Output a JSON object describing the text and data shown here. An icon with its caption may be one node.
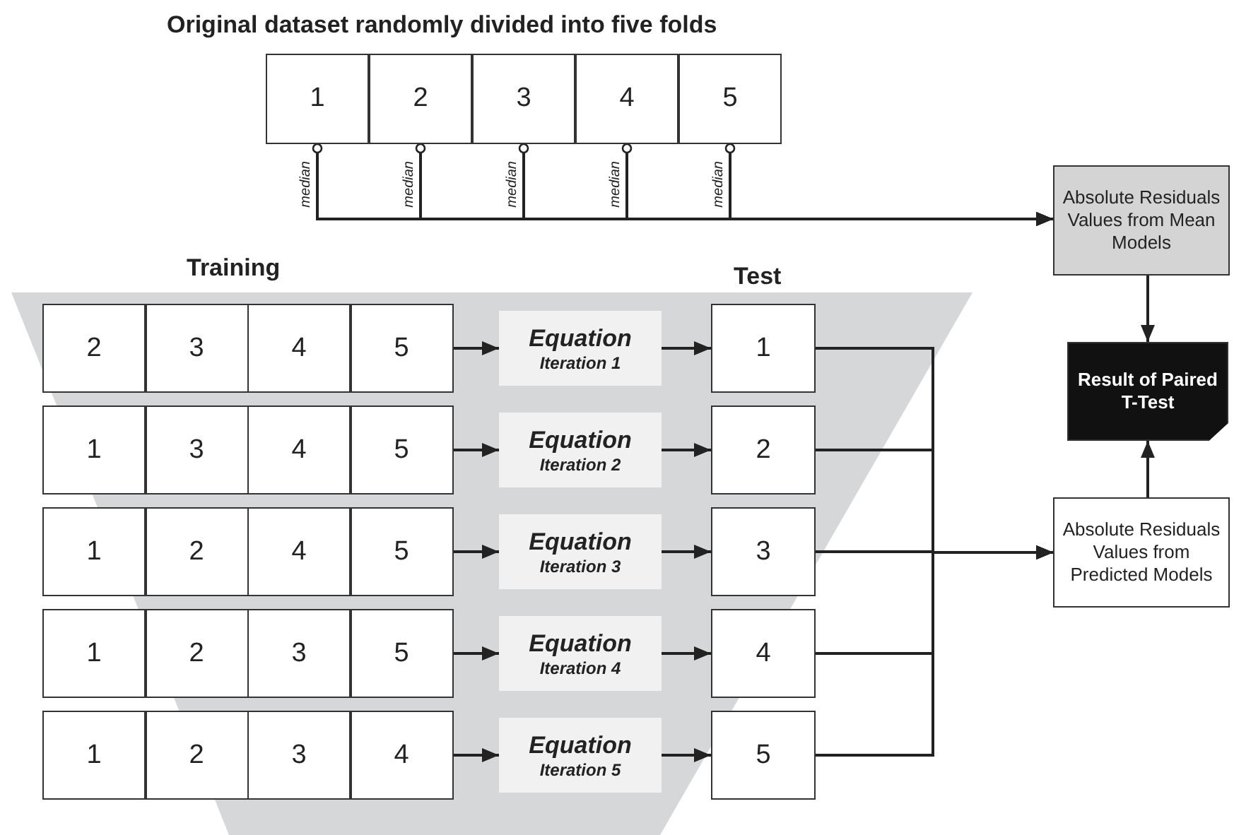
{
  "diagram": {
    "title": "Original dataset randomly divided into five folds",
    "nodes": [
      {
        "text": [
          "1"
        ]
      },
      {
        "text": [
          "2"
        ]
      },
      {
        "text": [
          "3"
        ]
      },
      {
        "text": [
          "4"
        ]
      },
      {
        "text": [
          "5"
        ]
      },
      {
        "text": [
          "Absolute Residuals Values from Mean Models"
        ]
      },
      {
        "text": [
          "2"
        ]
      },
      {
        "text": [
          "3"
        ]
      },
      {
        "text": [
          "4"
        ]
      },
      {
        "text": [
          "5"
        ]
      },
      {
        "text": [
          "Equation",
          "Iteration 1"
        ]
      },
      {
        "text": [
          "1"
        ]
      },
      {
        "text": [
          "1"
        ]
      },
      {
        "text": [
          "3"
        ]
      },
      {
        "text": [
          "4"
        ]
      },
      {
        "text": [
          "5"
        ]
      },
      {
        "text": [
          "Equation",
          "Iteration 2"
        ]
      },
      {
        "text": [
          "2"
        ]
      },
      {
        "text": [
          "1"
        ]
      },
      {
        "text": [
          "2"
        ]
      },
      {
        "text": [
          "4"
        ]
      },
      {
        "text": [
          "5"
        ]
      },
      {
        "text": [
          "Equation",
          "Iteration 3"
        ]
      },
      {
        "text": [
          "3"
        ]
      },
      {
        "text": [
          "1"
        ]
      },
      {
        "text": [
          "2"
        ]
      },
      {
        "text": [
          "3"
        ]
      },
      {
        "text": [
          "5"
        ]
      },
      {
        "text": [
          "Equation",
          "Iteration 4"
        ]
      },
      {
        "text": [
          "4"
        ]
      },
      {
        "text": [
          "1"
        ]
      },
      {
        "text": [
          "2"
        ]
      },
      {
        "text": [
          "3"
        ]
      },
      {
        "text": [
          "4"
        ]
      },
      {
        "text": [
          "Equation",
          "Iteration 5"
        ]
      },
      {
        "text": [
          "5"
        ]
      },
      {
        "text": [
          "Result of Paired T-Test"
        ]
      },
      {
        "text": [
          "Absolute Residuals Values from Predicted Models"
        ]
      }
    ],
    "edges": [
      {
        "from": 0,
        "to": 5,
        "arrow": "to",
        "label": "median"
      },
      {
        "from": 1,
        "to": 5,
        "arrow": "to",
        "label": "median"
      },
      {
        "from": 2,
        "to": 5,
        "arrow": "to",
        "label": "median"
      },
      {
        "from": 3,
        "to": 5,
        "arrow": "to",
        "label": "median"
      },
      {
        "from": 4,
        "to": 5,
        "arrow": "to",
        "label": "median"
      },
      {
        "from": 9,
        "to": 10,
        "arrow": "to"
      },
      {
        "from": 10,
        "to": 11,
        "arrow": "to"
      },
      {
        "from": 11,
        "to": 37,
        "arrow": "to"
      },
      {
        "from": 15,
        "to": 16,
        "arrow": "to"
      },
      {
        "from": 16,
        "to": 17,
        "arrow": "to"
      },
      {
        "from": 17,
        "to": 37,
        "arrow": "to"
      },
      {
        "from": 21,
        "to": 22,
        "arrow": "to"
      },
      {
        "from": 22,
        "to": 23,
        "arrow": "to"
      },
      {
        "from": 23,
        "to": 37,
        "arrow": "to"
      },
      {
        "from": 27,
        "to": 28,
        "arrow": "to"
      },
      {
        "from": 28,
        "to": 29,
        "arrow": "to"
      },
      {
        "from": 29,
        "to": 37,
        "arrow": "to"
      },
      {
        "from": 33,
        "to": 34,
        "arrow": "to"
      },
      {
        "from": 34,
        "to": 35,
        "arrow": "to"
      },
      {
        "from": 35,
        "to": 37,
        "arrow": "to"
      },
      {
        "from": 5,
        "to": 36,
        "arrow": "to"
      },
      {
        "from": 37,
        "to": 36,
        "arrow": "to"
      }
    ],
    "labels": [
      "Training",
      "Test"
    ]
  }
}
